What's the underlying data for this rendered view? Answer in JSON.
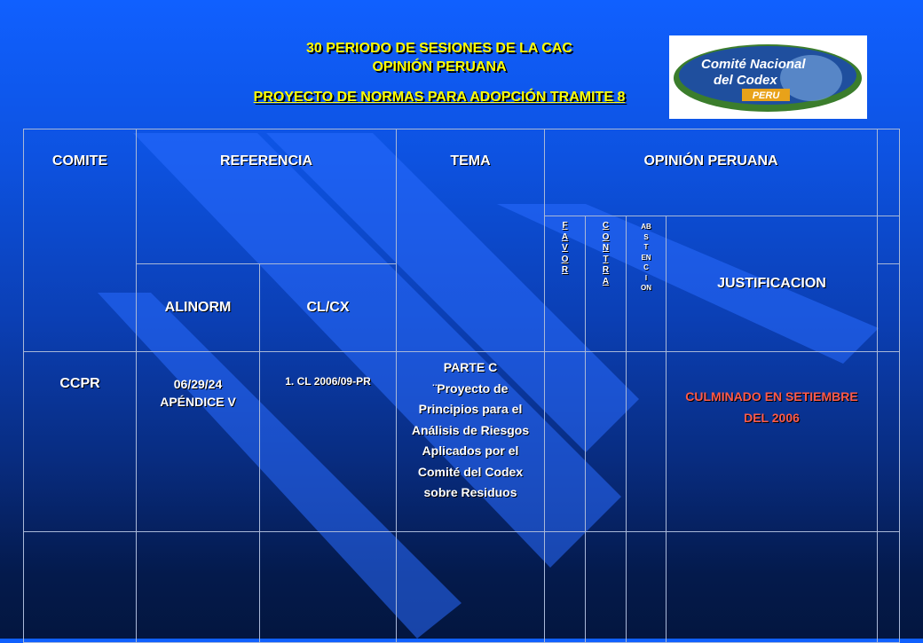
{
  "header": {
    "line1": "30 PERIODO DE SESIONES DE LA CAC",
    "line2": "OPINIÓN PERUANA",
    "line3": "PROYECTO DE NORMAS PARA ADOPCIÓN TRAMITE 8"
  },
  "logo": {
    "line1": "Comité Nacional",
    "line2": "del Codex",
    "badge": "PERU"
  },
  "table": {
    "headers": {
      "comite": "COMITE",
      "referencia": "REFERENCIA",
      "tema": "TEMA",
      "opinion": "OPINIÓN PERUANA",
      "favor": "F\nA\nV\nO\nR",
      "contra": "C\nO\nN\nT\nR\nA",
      "abstencion": "AB\nS\nT\nEN\nC\nI\nON",
      "justificacion": "JUSTIFICACION",
      "alinorm": "ALINORM",
      "clcx": "CL/CX"
    },
    "row1": {
      "comite": "CCPR",
      "alinorm": "06/29/24\nAPÉNDICE V",
      "clcx": "1. CL 2006/09-PR",
      "tema": "PARTE C\n¨Proyecto de Principios para el Análisis de Riesgos Aplicados por el Comité del Codex sobre Residuos",
      "justificacion": "CULMINADO EN SETIEMBRE DEL 2006"
    }
  },
  "colors": {
    "title_yellow": "#ffff00",
    "note_red": "#ff5a4a"
  }
}
